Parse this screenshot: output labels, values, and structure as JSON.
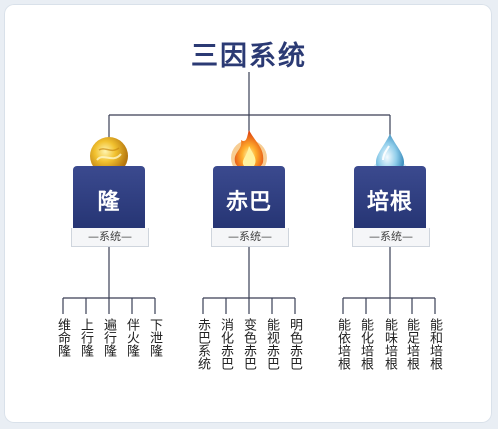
{
  "title": "三因系统",
  "groups": [
    {
      "name": "隆",
      "subtitle": "—系统—",
      "emblem": "gold-orb-icon",
      "items": [
        "维命隆",
        "上行隆",
        "遍行隆",
        "伴火隆",
        "下泄隆"
      ]
    },
    {
      "name": "赤巴",
      "subtitle": "—系统—",
      "emblem": "fire-icon",
      "items": [
        "赤巴系统",
        "消化赤巴",
        "变色赤巴",
        "能视赤巴",
        "明色赤巴"
      ]
    },
    {
      "name": "培根",
      "subtitle": "—系统—",
      "emblem": "water-drop-icon",
      "items": [
        "能依培根",
        "能化培根",
        "能味培根",
        "能足培根",
        "能和培根"
      ]
    }
  ],
  "colors": {
    "navy": "#2b3a74",
    "line": "#3a3f55"
  }
}
